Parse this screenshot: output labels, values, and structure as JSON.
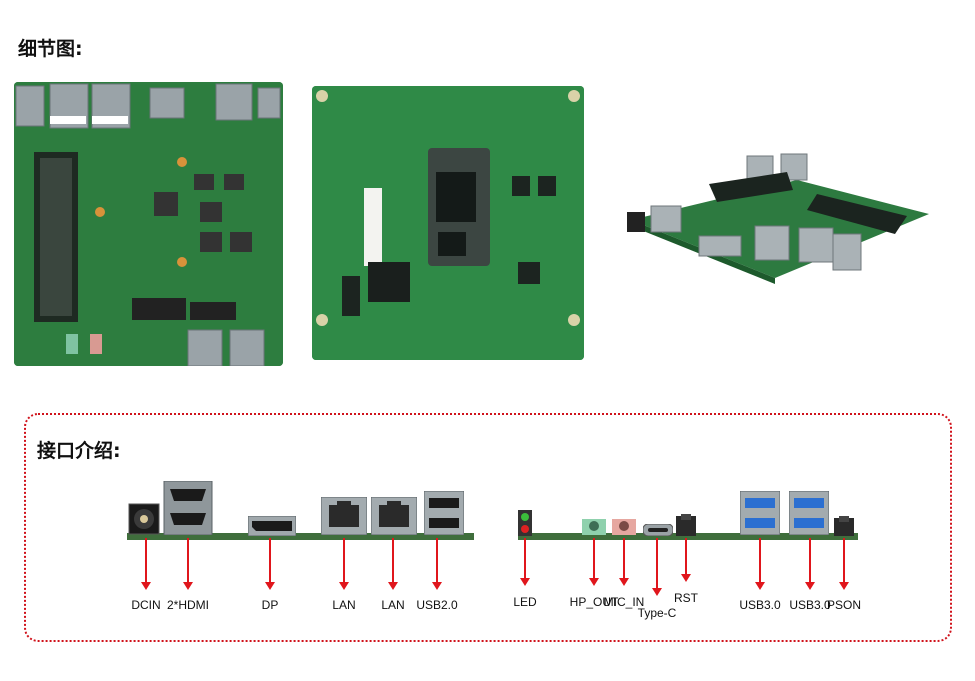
{
  "details_heading": "细节图:",
  "interfaces_heading": "接口介绍:",
  "colors": {
    "accent_red": "#e0161c",
    "pcb_green": "#2b7a3d"
  },
  "ports": [
    {
      "id": "dcin",
      "label": "DCIN"
    },
    {
      "id": "hdmi",
      "label": "2*HDMI"
    },
    {
      "id": "dp",
      "label": "DP"
    },
    {
      "id": "lan1",
      "label": "LAN"
    },
    {
      "id": "lan2",
      "label": "LAN"
    },
    {
      "id": "usb20",
      "label": "USB2.0"
    },
    {
      "id": "led",
      "label": "LED"
    },
    {
      "id": "hpout",
      "label": "HP_OUT"
    },
    {
      "id": "micin",
      "label": "MIC_IN"
    },
    {
      "id": "typec",
      "label": "Type-C"
    },
    {
      "id": "rst",
      "label": "RST"
    },
    {
      "id": "usb30a",
      "label": "USB3.0"
    },
    {
      "id": "usb30b",
      "label": "USB3.0"
    },
    {
      "id": "pson",
      "label": "PSON"
    }
  ]
}
